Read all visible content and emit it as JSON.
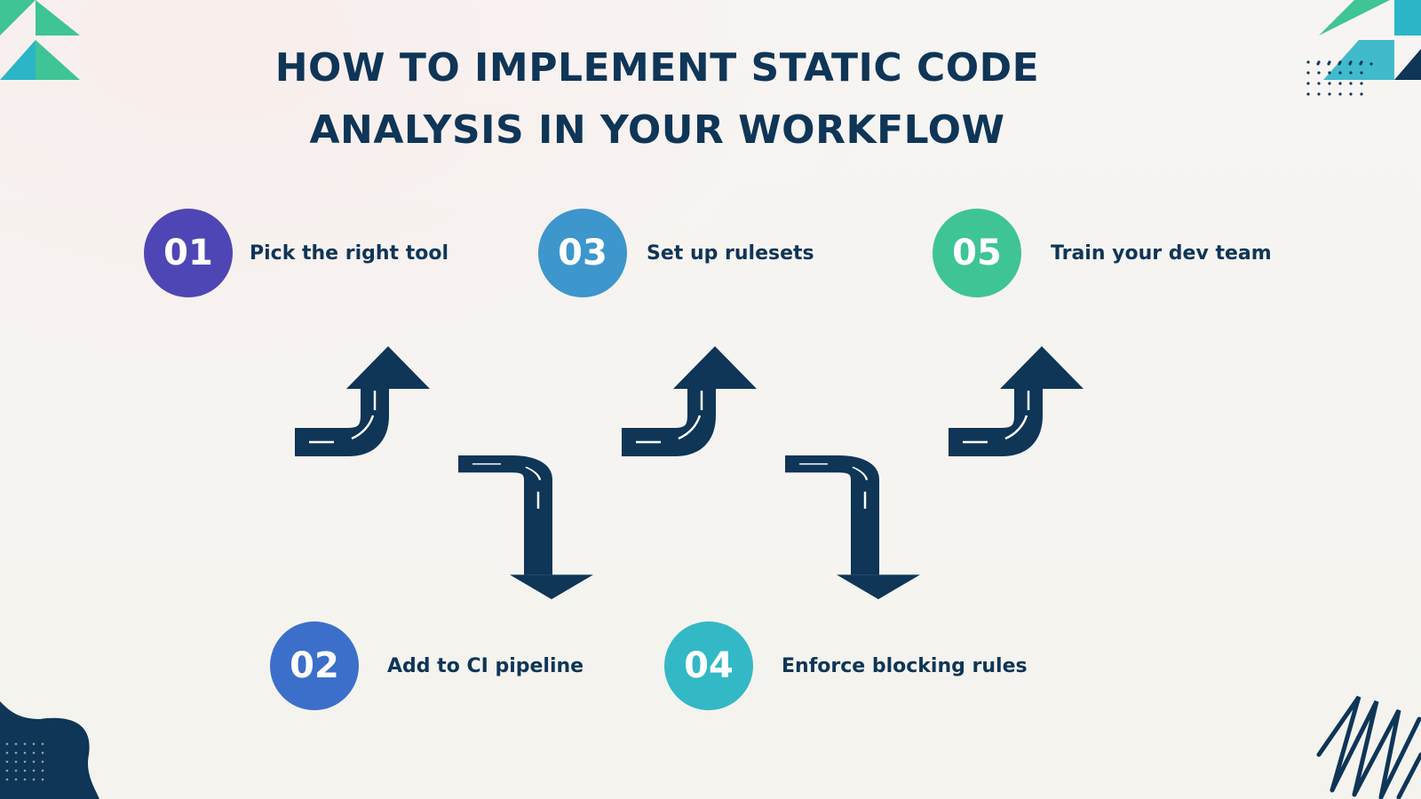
{
  "title_line1": "HOW TO IMPLEMENT STATIC CODE",
  "title_line2": "ANALYSIS IN YOUR WORKFLOW",
  "steps": [
    {
      "number": "01",
      "label": "Pick the right tool",
      "color": "#4f46b5"
    },
    {
      "number": "02",
      "label": "Add to CI pipeline",
      "color": "#3b6fca"
    },
    {
      "number": "03",
      "label": "Set up rulesets",
      "color": "#3d96cc"
    },
    {
      "number": "04",
      "label": "Enforce blocking rules",
      "color": "#33b8c6"
    },
    {
      "number": "05",
      "label": "Train your dev team",
      "color": "#3fc495"
    }
  ],
  "colors": {
    "navy": "#0f3557",
    "teal": "#2cb5c7",
    "green": "#3fc495",
    "road_line": "#ffffff"
  },
  "icons": [
    "up-turn-arrow-icon",
    "down-turn-arrow-icon"
  ]
}
